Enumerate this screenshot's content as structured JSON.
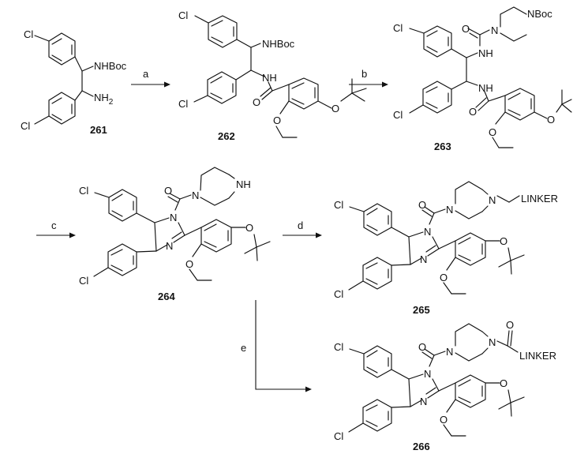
{
  "diagram": {
    "type": "reaction-scheme",
    "compounds": [
      {
        "id": "261",
        "labels": [
          "Cl",
          "NHBoc",
          "NH2",
          "Cl"
        ]
      },
      {
        "id": "262",
        "labels": [
          "Cl",
          "NHBoc",
          "NH",
          "O",
          "O",
          "O",
          "Cl"
        ]
      },
      {
        "id": "263",
        "labels": [
          "O",
          "N",
          "NBoc",
          "NH",
          "NH",
          "O",
          "O",
          "O",
          "Cl",
          "Cl"
        ]
      },
      {
        "id": "264",
        "labels": [
          "O",
          "N",
          "NH",
          "N",
          "N",
          "O",
          "O",
          "Cl",
          "Cl"
        ]
      },
      {
        "id": "265",
        "labels": [
          "O",
          "N",
          "N",
          "LINKER",
          "N",
          "N",
          "O",
          "O",
          "Cl",
          "Cl"
        ]
      },
      {
        "id": "266",
        "labels": [
          "O",
          "O",
          "N",
          "N",
          "LINKER",
          "N",
          "N",
          "O",
          "O",
          "Cl",
          "Cl"
        ]
      }
    ],
    "steps": [
      "a",
      "b",
      "c",
      "d",
      "e"
    ],
    "subscript_2": "2"
  }
}
